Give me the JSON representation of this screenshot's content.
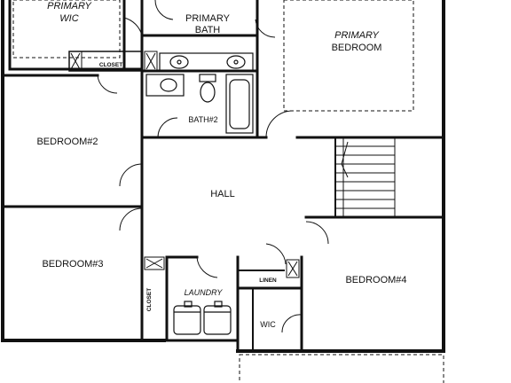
{
  "rooms": {
    "primary_wic": {
      "line1": "PRIMARY",
      "line2": "WIC"
    },
    "primary_bath": {
      "line1": "PRIMARY",
      "line2": "BATH"
    },
    "primary_bedroom": {
      "line1": "PRIMARY",
      "line2": "BEDROOM"
    },
    "closet_top": "CLOSET",
    "bath2": "BATH#2",
    "bedroom2": "BEDROOM#2",
    "hall": "HALL",
    "bedroom3": "BEDROOM#3",
    "closet_side": "CLOSET",
    "laundry": "LAUNDRY",
    "linen": "LINEN",
    "wic": "WIC",
    "bedroom4": "BEDROOM#4"
  }
}
